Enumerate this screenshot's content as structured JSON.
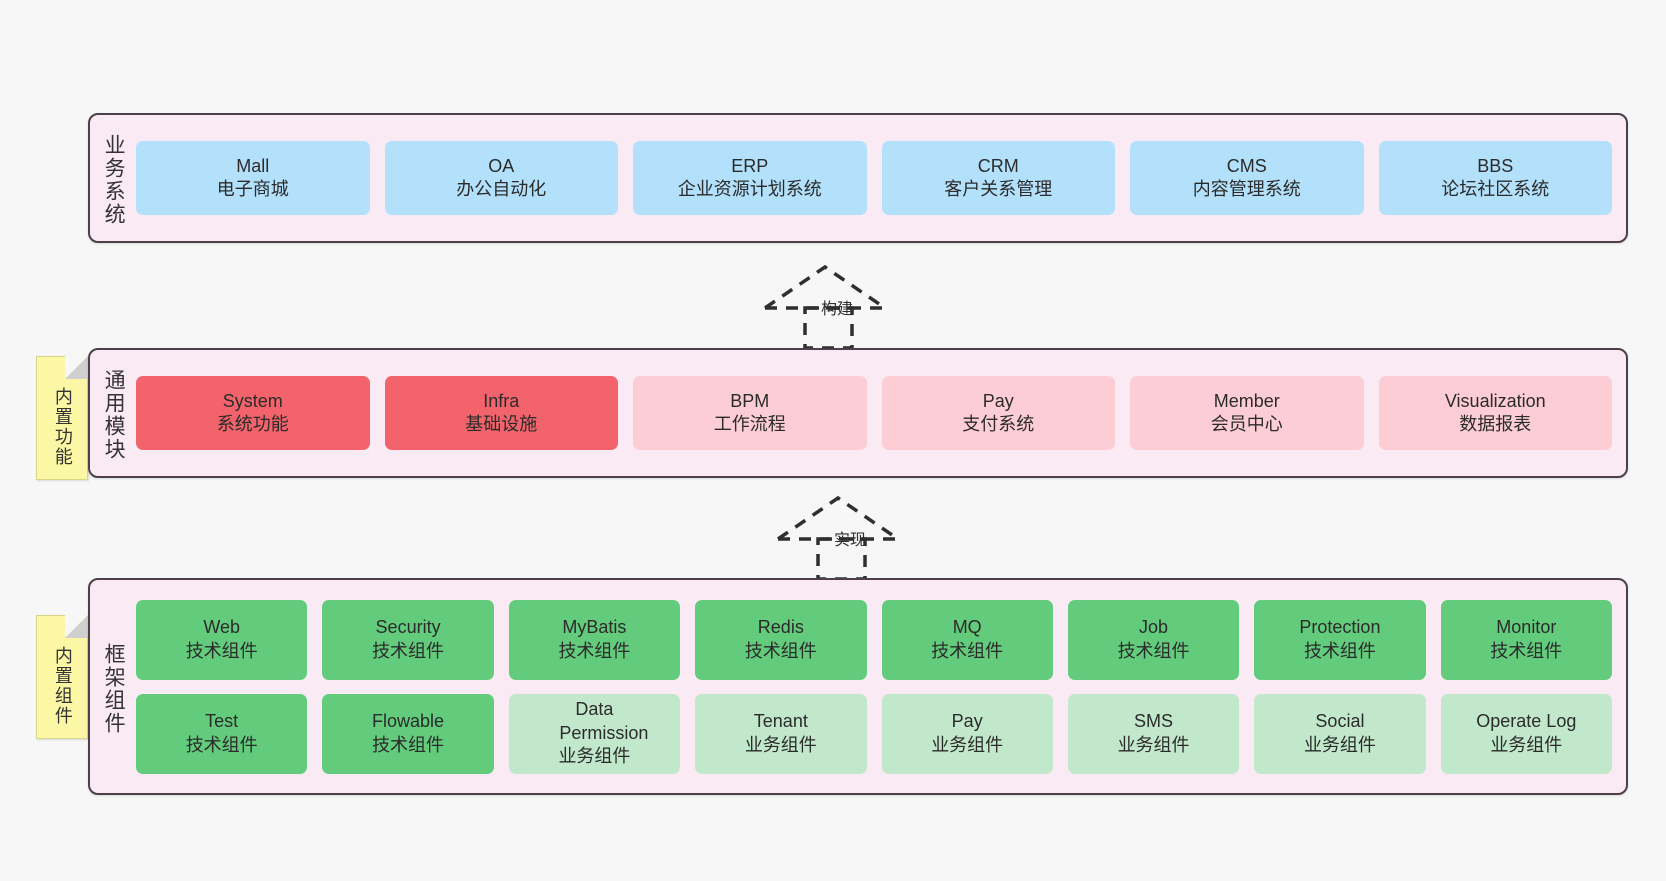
{
  "diagram": {
    "title": "",
    "colors": {
      "background": "#f7f7f7",
      "layer_fill": "#f9eaf4",
      "layer_border": "#4d4149",
      "business_node": "#b3e0fb",
      "module_primary": "#f2636b",
      "module_secondary": "#fccdd4",
      "framework_tech": "#63cb7c",
      "framework_biz": "#c2e8cb",
      "note_fill": "#fbf7a4"
    }
  },
  "layers": [
    {
      "id": "business",
      "label": "业务系统",
      "note": null,
      "rows": [
        {
          "nodes": [
            {
              "en": "Mall",
              "cn": "电子商城",
              "color": "c-blue"
            },
            {
              "en": "OA",
              "cn": "办公自动化",
              "color": "c-blue"
            },
            {
              "en": "ERP",
              "cn": "企业资源计划系统",
              "color": "c-blue"
            },
            {
              "en": "CRM",
              "cn": "客户关系管理",
              "color": "c-blue"
            },
            {
              "en": "CMS",
              "cn": "内容管理系统",
              "color": "c-blue"
            },
            {
              "en": "BBS",
              "cn": "论坛社区系统",
              "color": "c-blue"
            }
          ]
        }
      ]
    },
    {
      "id": "modules",
      "label": "通用模块",
      "note": "内置功能",
      "rows": [
        {
          "nodes": [
            {
              "en": "System",
              "cn": "系统功能",
              "color": "c-red"
            },
            {
              "en": "Infra",
              "cn": "基础设施",
              "color": "c-red"
            },
            {
              "en": "BPM",
              "cn": "工作流程",
              "color": "c-pink"
            },
            {
              "en": "Pay",
              "cn": "支付系统",
              "color": "c-pink"
            },
            {
              "en": "Member",
              "cn": "会员中心",
              "color": "c-pink"
            },
            {
              "en": "Visualization",
              "cn": "数据报表",
              "color": "c-pink"
            }
          ]
        }
      ]
    },
    {
      "id": "framework",
      "label": "框架组件",
      "note": "内置组件",
      "rows": [
        {
          "nodes": [
            {
              "en": "Web",
              "cn": "技术组件",
              "color": "c-green"
            },
            {
              "en": "Security",
              "cn": "技术组件",
              "color": "c-green"
            },
            {
              "en": "MyBatis",
              "cn": "技术组件",
              "color": "c-green"
            },
            {
              "en": "Redis",
              "cn": "技术组件",
              "color": "c-green"
            },
            {
              "en": "MQ",
              "cn": "技术组件",
              "color": "c-green"
            },
            {
              "en": "Job",
              "cn": "技术组件",
              "color": "c-green"
            },
            {
              "en": "Protection",
              "cn": "技术组件",
              "color": "c-green"
            },
            {
              "en": "Monitor",
              "cn": "技术组件",
              "color": "c-green"
            }
          ]
        },
        {
          "nodes": [
            {
              "en": "Test",
              "cn": "技术组件",
              "color": "c-green"
            },
            {
              "en": "Flowable",
              "cn": "技术组件",
              "color": "c-green"
            },
            {
              "en": "Data Permission",
              "cn": "业务组件",
              "color": "c-lightgreen"
            },
            {
              "en": "Tenant",
              "cn": "业务组件",
              "color": "c-lightgreen"
            },
            {
              "en": "Pay",
              "cn": "业务组件",
              "color": "c-lightgreen"
            },
            {
              "en": "SMS",
              "cn": "业务组件",
              "color": "c-lightgreen"
            },
            {
              "en": "Social",
              "cn": "业务组件",
              "color": "c-lightgreen"
            },
            {
              "en": "Operate Log",
              "cn": "业务组件",
              "color": "c-lightgreen"
            }
          ]
        }
      ]
    }
  ],
  "connectors": [
    {
      "id": "build",
      "label": "构建",
      "from": "modules",
      "to": "business"
    },
    {
      "id": "implement",
      "label": "实现",
      "from": "framework",
      "to": "modules"
    }
  ]
}
